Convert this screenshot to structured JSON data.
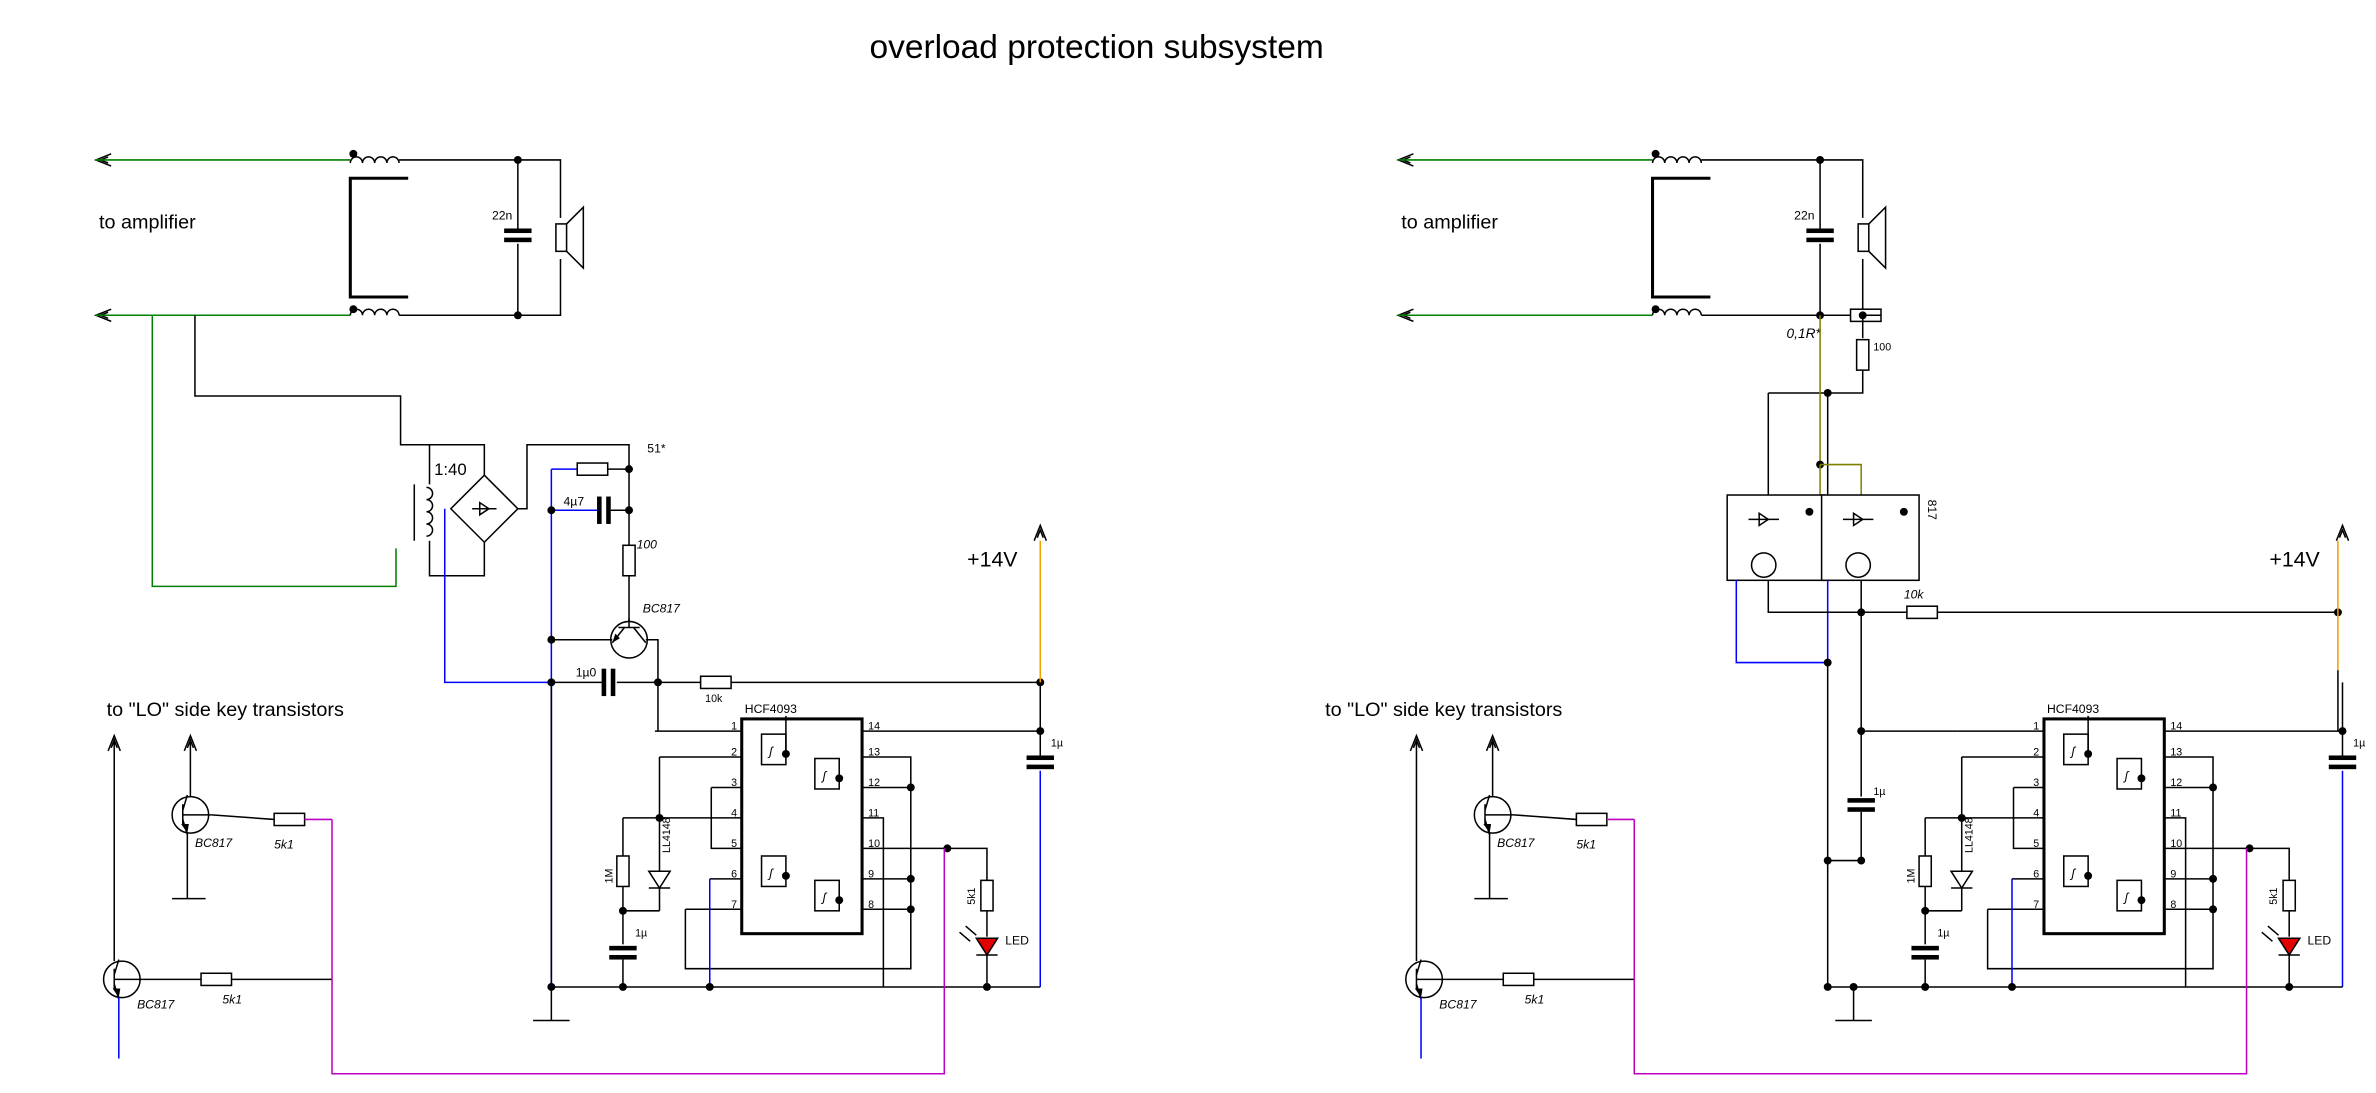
{
  "title": "overload protection subsystem",
  "colors": {
    "wire": "#000000",
    "green": "#008000",
    "blue": "#0000ff",
    "magenta": "#c000c0",
    "orange": "#f0a000",
    "olive": "#808000",
    "led": "#e00000"
  },
  "left": {
    "to_amplifier": "to amplifier",
    "to_lo": "to \"LO\" side key transistors",
    "cap_22n": "22n",
    "ratio": "1:40",
    "r_51": "51*",
    "c_4u7": "4µ7",
    "r_100": "100",
    "q_bc817": "BC817",
    "c_1u0": "1µ0",
    "r_10k": "10k",
    "supply": "+14V",
    "ic": "HCF4093",
    "c_1u_supply": "1µ",
    "r_1m": "1M",
    "d_ll4148": "LL4148",
    "c_1u_timer": "1µ",
    "r_5k1_led": "5k1",
    "led": "LED",
    "q1": "BC817",
    "q2": "BC817",
    "r1": "5k1",
    "r2": "5k1"
  },
  "right": {
    "to_amplifier": "to amplifier",
    "to_lo": "to \"LO\" side key transistors",
    "cap_22n": "22n",
    "r_shunt": "0,1R*",
    "r_100": "100",
    "opto1": "817",
    "opto2": "817",
    "r_10k": "10k",
    "supply": "+14V",
    "ic": "HCF4093",
    "c_1u_supply": "1µ",
    "c_1u_mid": "1µ",
    "r_1m": "1M",
    "d_ll4148": "LL4148",
    "c_1u_timer": "1µ",
    "r_5k1_led": "5k1",
    "led": "LED",
    "q1": "BC817",
    "q2": "BC817",
    "r1": "5k1",
    "r2": "5k1"
  },
  "ic_pins_left": [
    "1",
    "2",
    "3",
    "4",
    "5",
    "6",
    "7"
  ],
  "ic_pins_right": [
    "14",
    "13",
    "12",
    "11",
    "10",
    "9",
    "8"
  ]
}
